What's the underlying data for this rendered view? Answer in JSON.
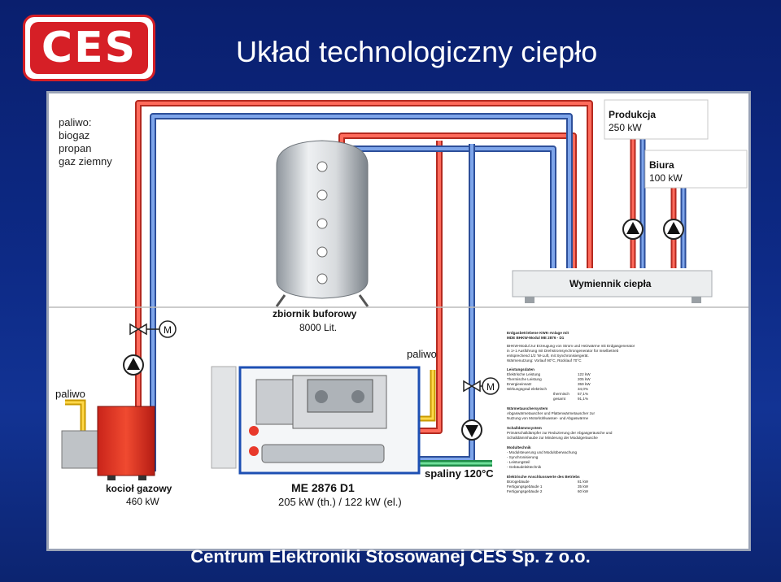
{
  "header": {
    "logo_text": "CES",
    "title": "Układ technologiczny ciepło"
  },
  "diagram": {
    "fuel_list": [
      "paliwo:",
      "biogaz",
      "propan",
      "gaz ziemny"
    ],
    "consumers": [
      {
        "name": "Produkcja",
        "power": "250 kW"
      },
      {
        "name": "Biura",
        "power": "100 kW"
      }
    ],
    "heat_exchanger_label": "Wymiennik ciepła",
    "buffer_tank": {
      "name": "zbiornik buforowy",
      "volume": "8000 Lit."
    },
    "fuel_label": "paliwo",
    "boiler": {
      "name": "kocioł gazowy",
      "power": "460 kW"
    },
    "chp_unit": {
      "model": "ME 2876 D1",
      "power": "205 kW (th.) / 122 kW (el.)"
    },
    "exhaust_label": "spaliny 120°C",
    "valve_motor_label": "M",
    "spec_sheet": {
      "heading_1": "Erdgasbetriebene KWK-Anlage mit",
      "heading_2": "MDE BHKW-Modul ME 2876 - D1",
      "intro": [
        "BHKW-Modul zur Erzeugung von Strom und Heizwärme mit Erdgasgenerator",
        "in 1+1 Ausführung mit Drehstromsynchrongenerator für Inselbetrieb",
        "entsprechend 1/2 ‘W-Luft, mit Synchronisiergerät.",
        "Wärmenutzung: Vorlauf 90°C, Rücklauf 70°C"
      ],
      "section_power": "Leistungsdaten",
      "power_rows": [
        {
          "label": "Elektrische Leistung",
          "value": "122 kW"
        },
        {
          "label": "Thermische Leistung",
          "value": "205 kW"
        },
        {
          "label": "Energieeinsatz",
          "value": "359 kW"
        },
        {
          "label": "Wirkungsgrad       elektrisch",
          "value": "34,0%"
        },
        {
          "label": "thermisch",
          "value": "57,1%"
        },
        {
          "label": "gesamt",
          "value": "91,1%"
        }
      ],
      "section_heat": "Wärmetauschersystem",
      "heat_lines": [
        "Abgaswärmetauscher und Plattenwärmetauscher zur",
        "Nutzung von Motorkühlwasser- und Abgaswärme"
      ],
      "section_noise": "Schalldämmsystem",
      "noise_lines": [
        "Primärschalldämpfer zur Reduzierung der Abgasgeräusche und",
        "Schalldämmhaube zur Minderung der Modulgeräusche"
      ],
      "section_tech": "Modultechnik",
      "tech_lines": [
        "- Modulsteuerung und Modulüberwachung",
        "- Synchronisierung",
        "- Leistungsteil",
        "- Gebäudeleittechnik"
      ],
      "section_supply": "Elektrische Anschlusswerte des Betriebs",
      "supply_rows": [
        {
          "label": "Bürogebäude",
          "value": "81 kW"
        },
        {
          "label": "Fertigungsgebäude 1",
          "value": "35 kW"
        },
        {
          "label": "Fertigungsgebäude 2",
          "value": "60 kW"
        }
      ]
    }
  },
  "footer": {
    "company": "Centrum Elektroniki Stosowanej CES Sp. z o.o."
  },
  "colors": {
    "hot_pipe": "#e8392b",
    "cold_pipe": "#4a77c9",
    "gas_pipe": "#f2c21a",
    "exhaust_pipe": "#3fbf6f",
    "brand_red": "#d61f26"
  }
}
